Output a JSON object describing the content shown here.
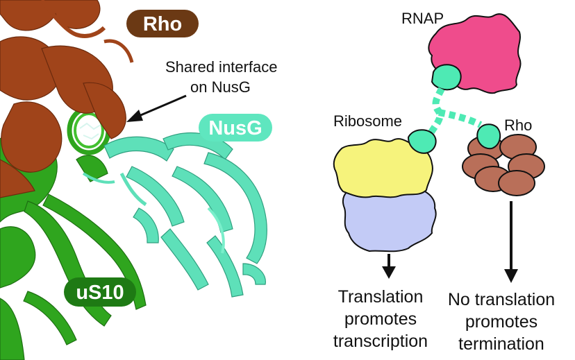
{
  "structure_panel": {
    "labels": {
      "rho": "Rho",
      "nusg": "NusG",
      "us10": "uS10"
    },
    "annotation": {
      "line1": "Shared interface",
      "line2": "on NusG"
    },
    "colors": {
      "rho": "#a0441a",
      "rho_label_bg": "#6b3914",
      "nusg": "#5ee0b9",
      "nusg_label_bg": "#5fe6bf",
      "us10": "#2fa51e",
      "us10_label_bg": "#1e7a14"
    }
  },
  "cartoon_panel": {
    "labels": {
      "rnap": "RNAP",
      "ribosome": "Ribosome",
      "rho": "Rho"
    },
    "outcome_left": [
      "Translation",
      "promotes",
      "transcription"
    ],
    "outcome_right": [
      "No translation",
      "promotes",
      "termination"
    ],
    "colors": {
      "rnap": "#ef4c8c",
      "ribosome_top": "#f6f37c",
      "ribosome_bottom": "#c3cbf6",
      "rho": "#b96f59",
      "nusg_domain": "#4eeab4"
    }
  }
}
